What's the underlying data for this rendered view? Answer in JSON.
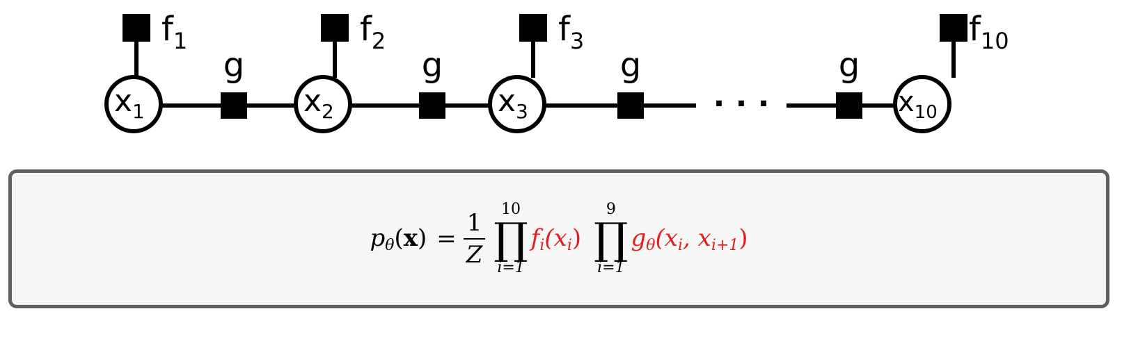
{
  "diagram": {
    "variables": [
      {
        "name": "x",
        "index": "1"
      },
      {
        "name": "x",
        "index": "2"
      },
      {
        "name": "x",
        "index": "3"
      },
      {
        "name": "x",
        "index": "10"
      }
    ],
    "unary_factors": [
      {
        "name": "f",
        "index": "1"
      },
      {
        "name": "f",
        "index": "2"
      },
      {
        "name": "f",
        "index": "3"
      },
      {
        "name": "f",
        "index": "10"
      }
    ],
    "pairwise_factor_label": "g",
    "ellipsis": "· · ·",
    "colors": {
      "nodes": "#000000",
      "highlight": "#e02020",
      "box_border": "#606060",
      "box_fill": "#f6f6f6"
    }
  },
  "formula": {
    "lhs_p": "p",
    "lhs_p_sub": "θ",
    "lhs_arg_open": "(",
    "lhs_arg": "x",
    "lhs_arg_close": ")",
    "equals": "=",
    "frac_num": "1",
    "frac_den": "Z",
    "prod1_upper": "10",
    "prod1_lower": "i=1",
    "prod_symbol": "∏",
    "term1_f": "f",
    "term1_f_sub": "i",
    "term1_arg": "(x",
    "term1_arg_sub": "i",
    "term1_close": ")",
    "prod2_upper": "9",
    "prod2_lower": "i=1",
    "term2_g": "g",
    "term2_g_sub": "θ",
    "term2_arg1": "(x",
    "term2_arg1_sub": "i",
    "term2_comma": ", x",
    "term2_arg2_sub": "i+1",
    "term2_close": ")"
  }
}
